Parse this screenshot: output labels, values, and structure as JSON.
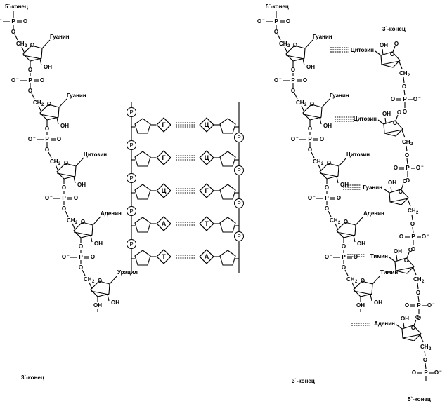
{
  "labels": {
    "five_prime": "5`-конец",
    "three_prime": "3`-конец",
    "P": "P",
    "O": "O",
    "OH": "OH",
    "CH": "CH",
    "sub2": "2",
    "minus": "−"
  },
  "left_strand": {
    "bases": [
      "Гуанин",
      "Гуанин",
      "Цитозин",
      "Аденин",
      "Урацил"
    ]
  },
  "middle_ladder": {
    "left_bases": [
      "Г",
      "Г",
      "Ц",
      "А",
      "Т"
    ],
    "right_bases": [
      "Ц",
      "Ц",
      "Г",
      "Т",
      "А"
    ],
    "phosphate_symbol": "P"
  },
  "right_duplex": {
    "strand_a_bases": [
      "Гуанин",
      "Гуанин",
      "Цитозин",
      "Аденин",
      "Тимин"
    ],
    "strand_b_bases": [
      "Цитозин",
      "Цитозин",
      "Гуанин",
      "Тимин",
      "Аденин"
    ]
  }
}
